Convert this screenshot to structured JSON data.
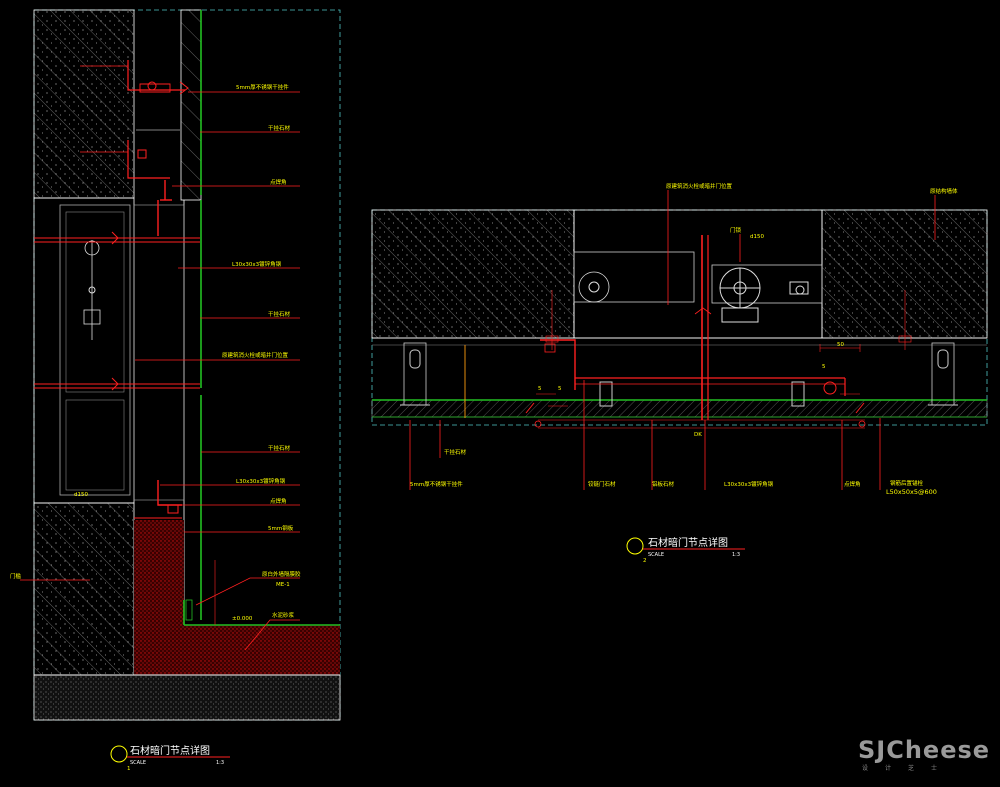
{
  "left_detail": {
    "labels": {
      "l1": "5mm厚不锈钢干挂件",
      "l2": "干挂石材",
      "l3": "点焊角",
      "l4": "L30x30x3镀锌角钢",
      "l5": "干挂石材",
      "l6": "原建筑消火栓或暗井门位置",
      "l7": "干挂石材",
      "l8": "L30x30x3镀锌角钢",
      "l9": "点焊角",
      "l10": "5mm钢板",
      "l11": "原白外墙隔膜胶",
      "l12": "ME-1",
      "l13": "水泥砂浆",
      "l14": "门槛",
      "dim_width": "d150",
      "dim_floor": "±0.000"
    },
    "title": "石材暗门节点详图",
    "scale_label": "SCALE",
    "scale_value": "1:3",
    "number": "1"
  },
  "right_detail": {
    "labels": {
      "r1": "原建筑消火栓或暗井门位置",
      "r2": "原结构墙体",
      "r3": "门锁",
      "r4": "d150",
      "r5": "5mm厚不锈钢干挂件",
      "r6": "干挂石材",
      "r7": "铰链门石材",
      "r8": "铝板石材",
      "r9": "L30x30x3镀锌角钢",
      "r10": "点焊角",
      "r11": "钢筋后置锚栓",
      "r12": "L50x50x5@600",
      "dim_50": "50",
      "dim_5a": "5",
      "dim_5b": "5",
      "dim_5c": "5",
      "dim_total": "DK"
    },
    "title": "石材暗门节点详图",
    "scale_label": "SCALE",
    "scale_value": "1:3",
    "number": "2"
  },
  "watermark": {
    "brand": "SJCheese",
    "sub": "设计芝士"
  },
  "colors": {
    "background": "#000000",
    "wall_outline": "#ffffff",
    "hatch": "#8c8c8c",
    "dash_border": "#4fc3c3",
    "leader": "#ff2020",
    "stone_face": "#22c022",
    "text": "#ffff00"
  }
}
